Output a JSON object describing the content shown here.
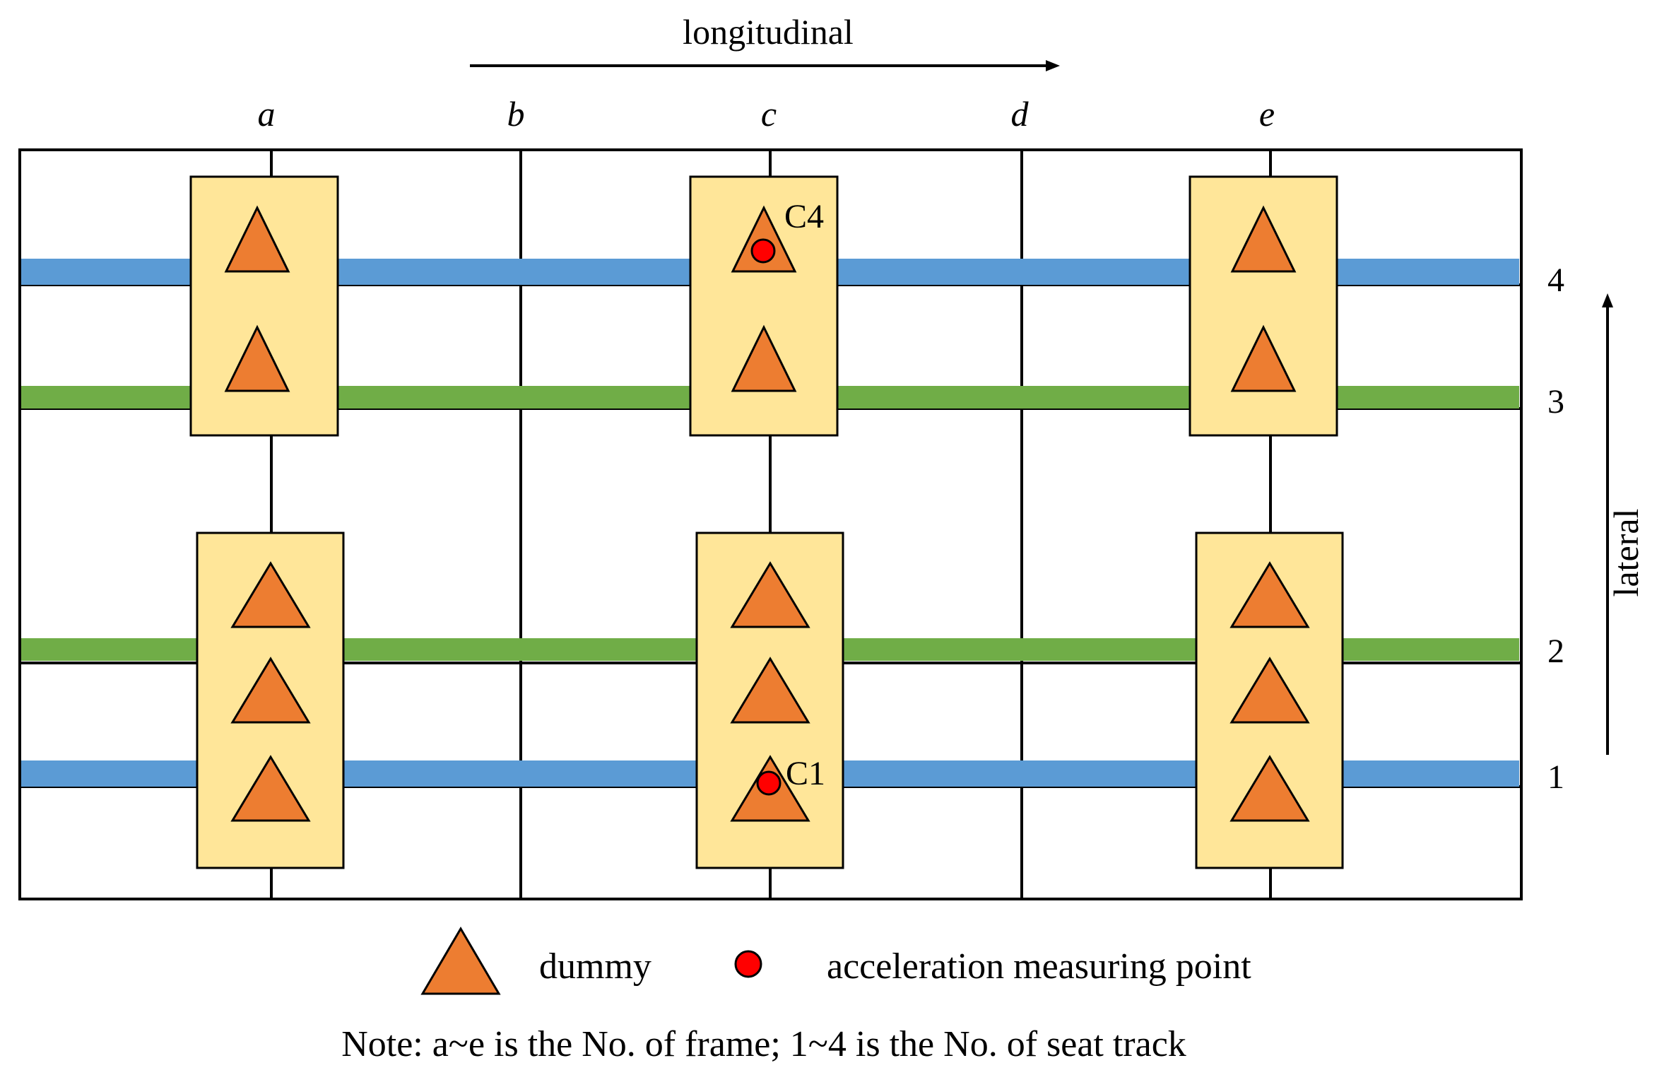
{
  "axes": {
    "longitudinal_label": "longitudinal",
    "lateral_label": "lateral"
  },
  "frames": [
    "a",
    "b",
    "c",
    "d",
    "e"
  ],
  "seat_tracks": [
    {
      "number": "1",
      "kind": "outer"
    },
    {
      "number": "2",
      "kind": "inner"
    },
    {
      "number": "3",
      "kind": "inner"
    },
    {
      "number": "4",
      "kind": "outer"
    }
  ],
  "seat_blocks": [
    {
      "frame": "a",
      "side": "upper",
      "dummies": 2
    },
    {
      "frame": "c",
      "side": "upper",
      "dummies": 2
    },
    {
      "frame": "e",
      "side": "upper",
      "dummies": 2
    },
    {
      "frame": "a",
      "side": "lower",
      "dummies": 3
    },
    {
      "frame": "c",
      "side": "lower",
      "dummies": 3
    },
    {
      "frame": "e",
      "side": "lower",
      "dummies": 3
    }
  ],
  "measuring_points": [
    {
      "label": "C4",
      "frame": "c",
      "track": "4"
    },
    {
      "label": "C1",
      "frame": "c",
      "track": "1"
    }
  ],
  "legend": {
    "dummy_label": "dummy",
    "point_label": "acceleration measuring point"
  },
  "note": "Note: a~e is the No. of frame; 1~4 is the No. of seat track",
  "colors": {
    "outer_track": "#5b9bd5",
    "inner_track": "#70ad47",
    "seat": "#ffe699",
    "dummy": "#ed7d31",
    "measuring_point": "#ff0000",
    "frame_line": "#000000"
  }
}
